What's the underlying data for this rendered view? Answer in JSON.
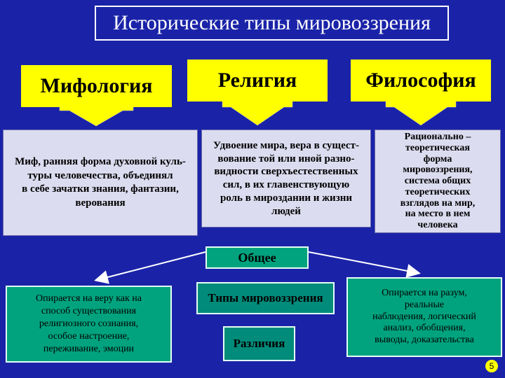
{
  "title": "Исторические типы мировоззрения",
  "headings": {
    "mythology": "Мифология",
    "religion": "Религия",
    "philosophy": "Философия"
  },
  "descriptions": {
    "mythology": "Миф, ранняя форма духовной куль-\nтуры человечества, объединял\nв себе зачатки знания, фантазии,\nверования",
    "religion": "Удвоение мира, вера в сущест-\nвование той или иной разно-\nвидности сверхъестественных\nсил, в их главенствующую\nроль в мироздании и жизни\nлюдей",
    "philosophy": "Рационально –\nтеоретическая\nформа\nмировоззрения,\nсистема общих\nтеоретических\nвзглядов на мир,\nна место в нем\nчеловека"
  },
  "common": {
    "label": "Общее",
    "types_label": "Типы мировоззрения",
    "differences_label": "Различия"
  },
  "bottom": {
    "faith": "Опирается на веру как на\nспособ существования\nрелигиозного сознания,\nособое настроение,\nпереживание, эмоции",
    "reason": "Опирается на разум,\nреальные\nнаблюдения, логический\nанализ, обобщения,\nвыводы, доказательства"
  },
  "page_number": "5",
  "colors": {
    "background": "#1a23a8",
    "heading_fill": "#ffff00",
    "description_fill": "#dcdcf0",
    "teal_fill": "#00a37e"
  }
}
